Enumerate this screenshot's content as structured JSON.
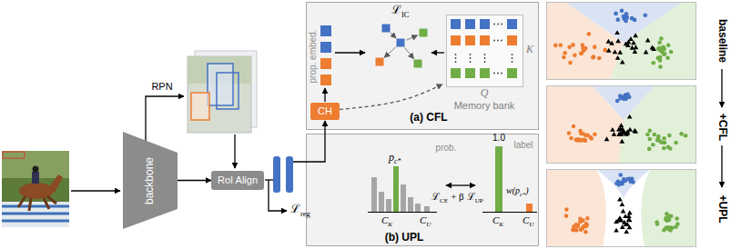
{
  "diagram": {
    "nodes": [
      {
        "text": [
          "backbone"
        ]
      },
      {
        "text": [
          "RoI Align"
        ]
      },
      {
        "text": [
          "(a) CFL"
        ]
      },
      {
        "text": [
          "CH"
        ],
        "in": 2
      },
      {
        "text": [
          "K",
          "Q",
          "Memory bank"
        ],
        "in": 2
      },
      {
        "text": [
          "(b) UPL"
        ]
      }
    ],
    "edges": [
      {
        "from": 0,
        "to": 1,
        "arrow": "to"
      },
      {
        "from": 3,
        "to": 4,
        "arrow": "to"
      }
    ],
    "labels": [
      "RPN",
      "ℒ",
      "reg",
      "prop. embed.",
      "ℒ",
      "IC",
      "prob.",
      "p",
      "c*",
      "C",
      "K",
      "C",
      "U",
      "label",
      "1.0",
      "C",
      "K",
      "C",
      "U",
      "ℒ",
      "CE",
      "+ β",
      "ℒ",
      "UP",
      "w(p",
      "c*",
      ")",
      "baseline",
      "+CFL",
      "+UPL"
    ]
  }
}
